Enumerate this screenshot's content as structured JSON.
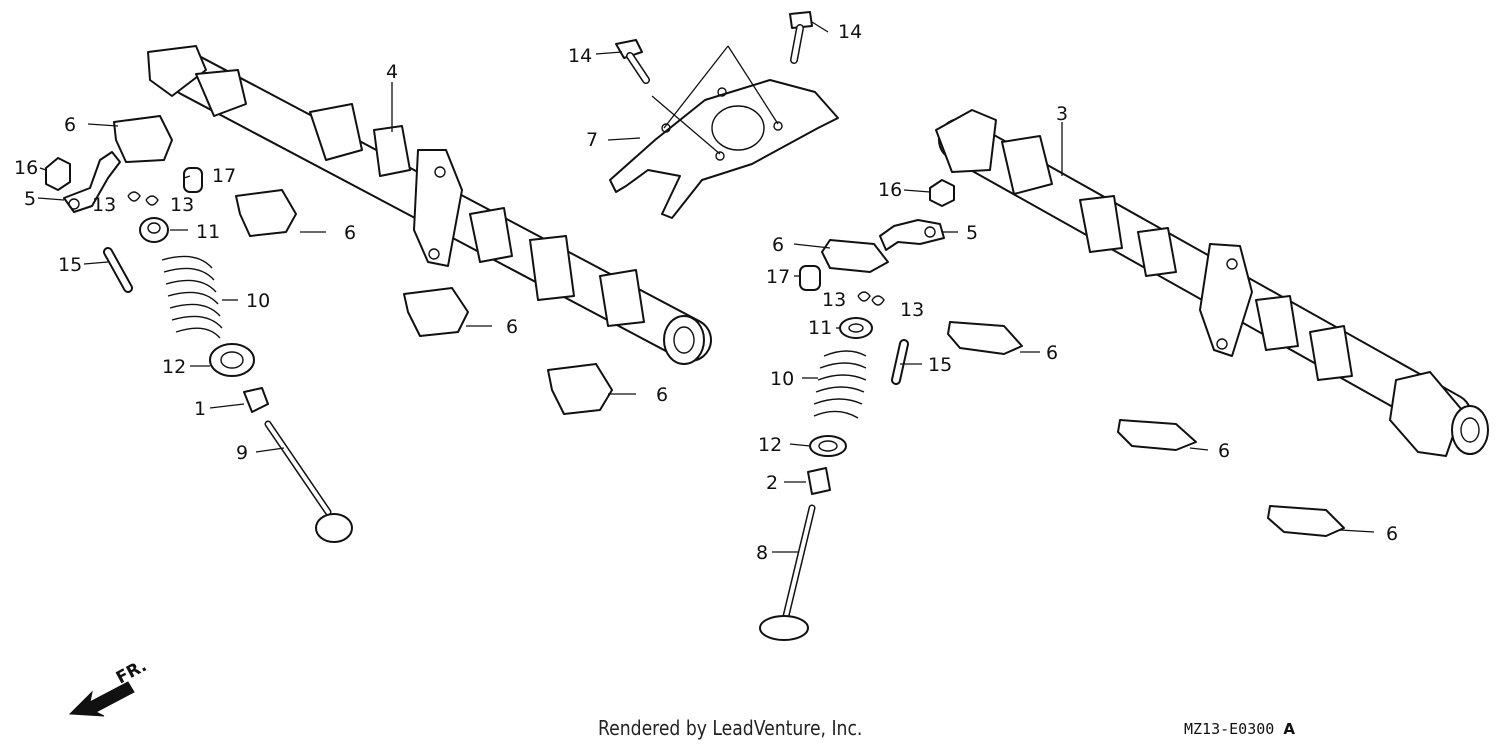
{
  "diagram": {
    "callouts": {
      "n1": "1",
      "n2": "2",
      "n3": "3",
      "n4": "4",
      "n5": "5",
      "n6": "6",
      "n7": "7",
      "n8": "8",
      "n9": "9",
      "n10": "10",
      "n11": "11",
      "n12": "12",
      "n13": "13",
      "n14": "14",
      "n15": "15",
      "n16": "16",
      "n17": "17"
    },
    "front_arrow_label": "FR.",
    "credit": "Rendered by LeadVenture, Inc.",
    "diagram_code": "MZ13-E0300",
    "diagram_revision": "A"
  }
}
